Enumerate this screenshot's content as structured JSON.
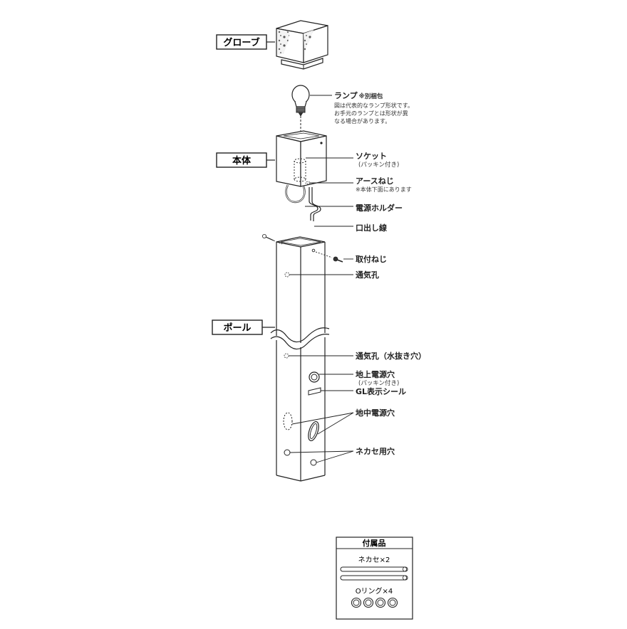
{
  "sections": {
    "globe": "グローブ",
    "body": "本体",
    "pole": "ポール"
  },
  "labels": {
    "lamp": "ランプ",
    "lamp_note": "※別梱包",
    "lamp_desc_1": "図は代表的なランプ形状です。",
    "lamp_desc_2": "お手元のランプとは形状が異",
    "lamp_desc_3": "なる場合があります。",
    "socket": "ソケット",
    "socket_sub": "(パッキン付き)",
    "earth_screw": "アースねじ",
    "earth_screw_sub": "※本体下面にあります",
    "power_holder": "電源ホルダー",
    "lead_wire": "口出し線",
    "mounting_screw": "取付ねじ",
    "vent_hole": "通気孔",
    "vent_hole_drain": "通気孔（水抜き穴）",
    "ground_power_hole": "地上電源穴",
    "ground_power_hole_sub": "(パッキン付き)",
    "gl_sticker": "GL表示シール",
    "underground_power_hole": "地中電源穴",
    "nut_hole": "ネカセ用穴"
  },
  "accessories": {
    "title": "付属品",
    "item1": "ネカセ×2",
    "item2": "Oリング×4"
  }
}
